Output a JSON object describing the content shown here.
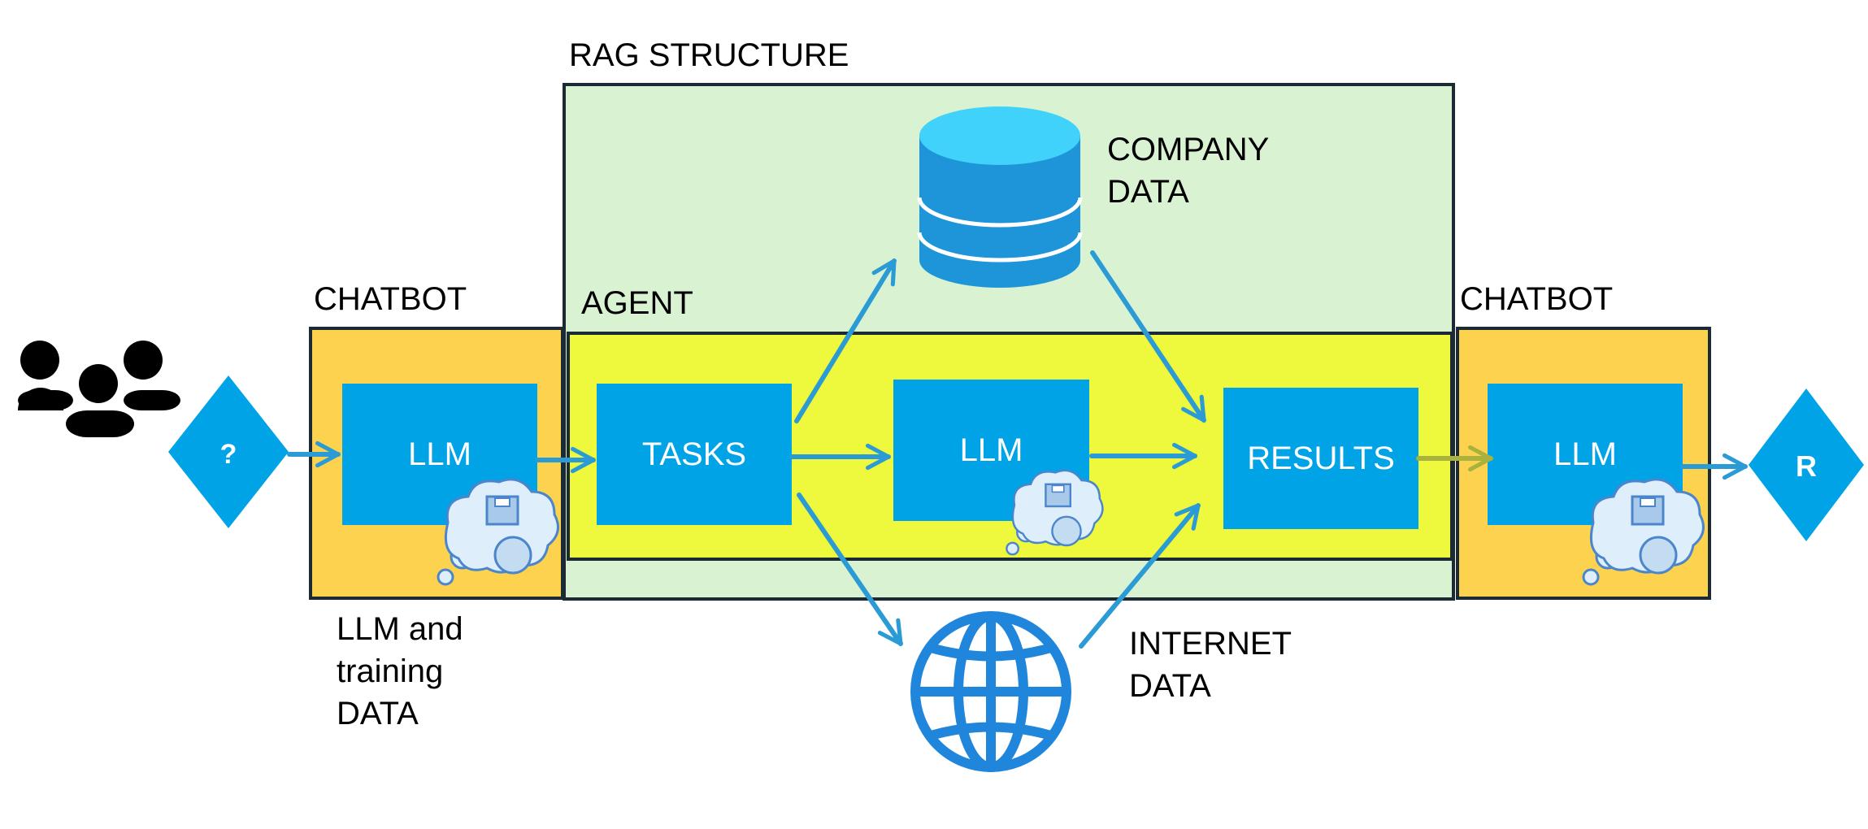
{
  "labels": {
    "rag": "RAG STRUCTURE",
    "agent": "AGENT",
    "chatbot_left": "CHATBOT",
    "chatbot_right": "CHATBOT",
    "company_data": "COMPANY\nDATA",
    "internet_data": "INTERNET\nDATA",
    "llm_training": "LLM and\ntraining\nDATA"
  },
  "nodes": {
    "llm_left": "LLM",
    "tasks": "TASKS",
    "llm_mid": "LLM",
    "results": "RESULTS",
    "llm_right": "LLM",
    "question": "?",
    "response": "R"
  },
  "colors": {
    "rag_fill": "#d8f2d2",
    "agent_fill": "#eef83c",
    "chatbot_fill": "#fdd24f",
    "node_blue": "#00a3e6",
    "arrow": "#2b9bd6",
    "arrow_olive": "#a9b23c",
    "border": "#1b2a33"
  },
  "icons": [
    "users-icon",
    "database-icon",
    "globe-icon",
    "brain-cloud-icon"
  ]
}
